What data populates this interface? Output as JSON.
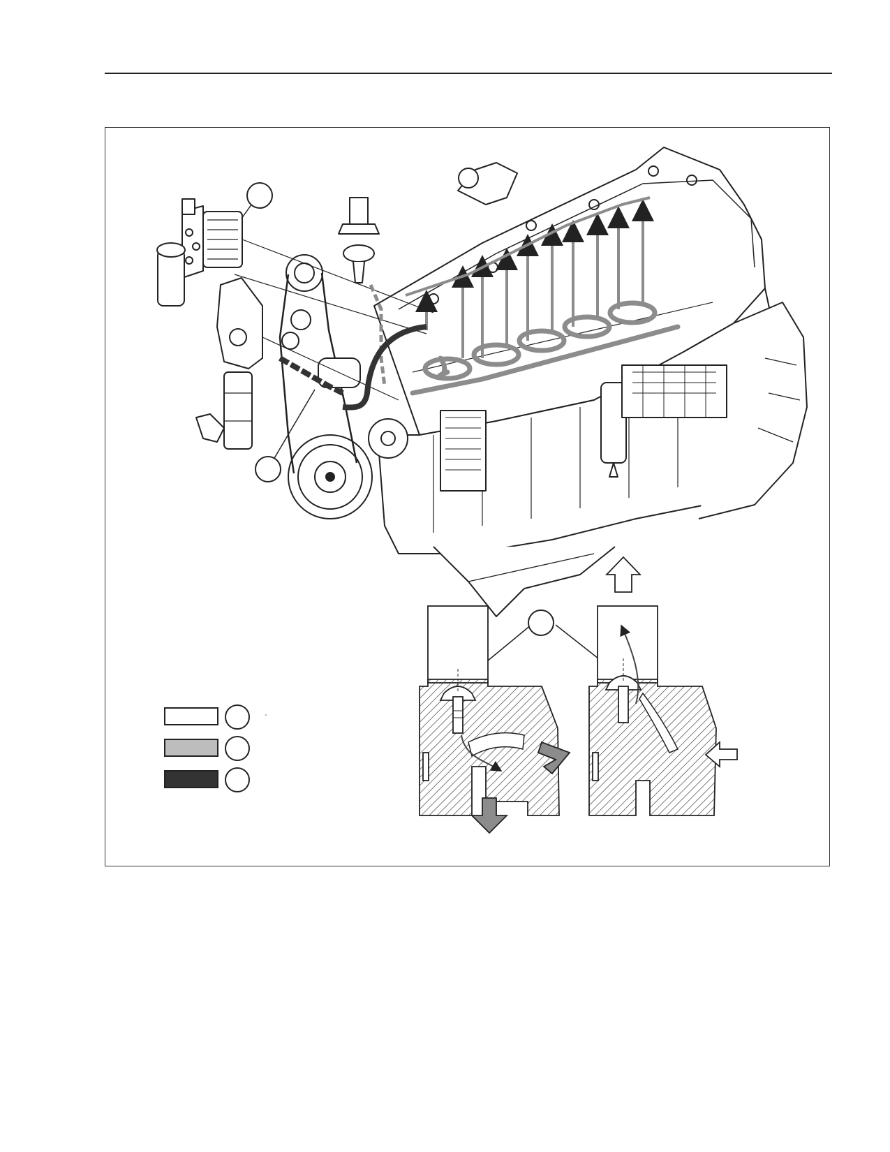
{
  "page": {
    "header_rule": true
  },
  "figure": {
    "callouts": [
      {
        "id": "cooler-callout",
        "label": ""
      },
      {
        "id": "pump-callout",
        "label": ""
      },
      {
        "id": "thermostat-callout",
        "label": ""
      }
    ],
    "legend": [
      {
        "name": "legend-cold-coolant",
        "color": "#ffffff",
        "label": "-"
      },
      {
        "name": "legend-warm-coolant",
        "color": "#bdbdbd",
        "label": ""
      },
      {
        "name": "legend-hot-coolant",
        "color": "#333333",
        "label": ""
      }
    ],
    "colors": {
      "line": "#222222",
      "flow_gray": "#8c8c8c",
      "hatch": "#444444"
    },
    "views": [
      {
        "name": "engine-cooling-circuit-view",
        "icon": "engine-isometric"
      },
      {
        "name": "thermostat-closed-view",
        "icon": "thermostat-section-closed"
      },
      {
        "name": "thermostat-open-view",
        "icon": "thermostat-section-open"
      }
    ]
  }
}
